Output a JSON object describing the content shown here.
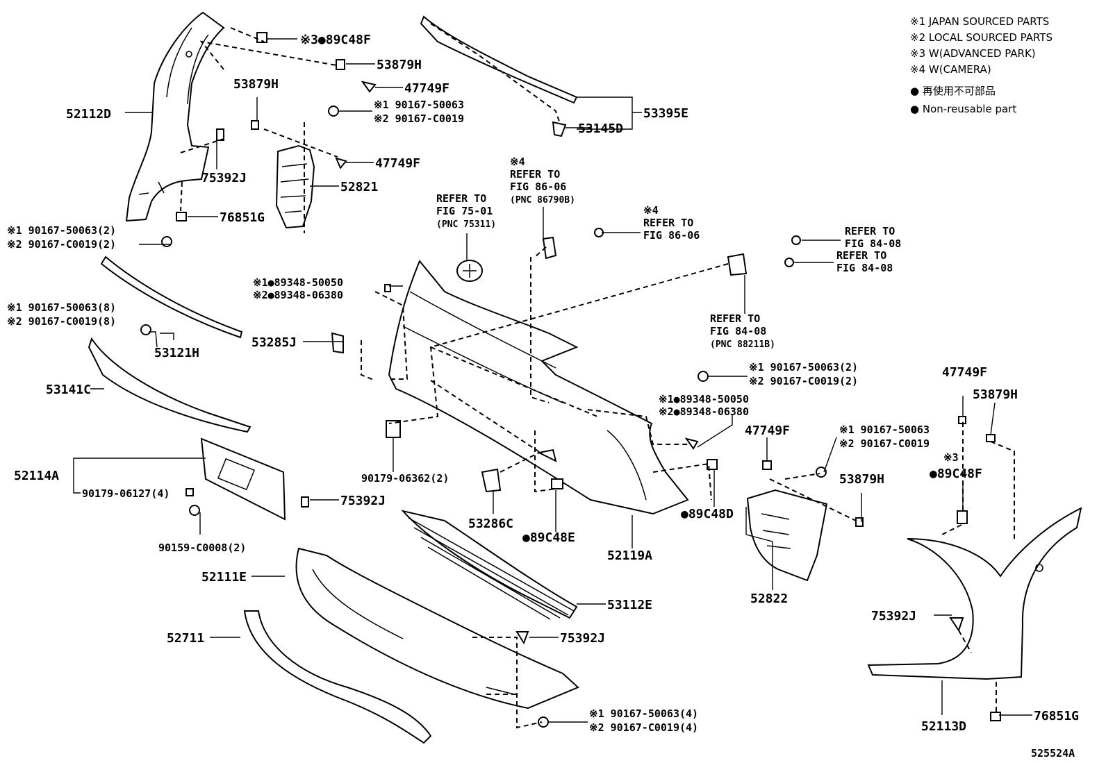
{
  "diagram_id": "525524A",
  "legend": [
    {
      "mark": "※1",
      "text": "JAPAN SOURCED PARTS"
    },
    {
      "mark": "※2",
      "text": "LOCAL SOURCED PARTS"
    },
    {
      "mark": "※3",
      "text": "W(ADVANCED PARK)"
    },
    {
      "mark": "※4",
      "text": "W(CAMERA)"
    },
    {
      "mark": "●",
      "text": "再使用不可部品"
    },
    {
      "mark": "●",
      "text": "Non-reusable part"
    }
  ],
  "labels": {
    "p52112D": "52112D",
    "p89C48F_a": "※3●89C48F",
    "p53879H_a": "53879H",
    "p47749F_a": "47749F",
    "p53879H_b": "53879H",
    "p90167_a1": "※1 90167-50063",
    "p90167_a2": "※2 90167-C0019",
    "p47749F_b": "47749F",
    "p52821": "52821",
    "p75392J_a": "75392J",
    "p76851G_a": "76851G",
    "p90167_b1": "※1 90167-50063(2)",
    "p90167_b2": "※2 90167-C0019(2)",
    "p89348_a1": "※1●89348-50050",
    "p89348_a2": "※2●89348-06380",
    "p90167_c1": "※1 90167-50063(8)",
    "p90167_c2": "※2 90167-C0019(8)",
    "p53121H": "53121H",
    "p53285J": "53285J",
    "p53141C": "53141C",
    "p52114A": "52114A",
    "p90179_06127": "90179-06127(4)",
    "p90159": "90159-C0008(2)",
    "p90179_06362": "90179-06362(2)",
    "p75392J_b": "75392J",
    "p52111E": "52111E",
    "p52711": "52711",
    "p53286C": "53286C",
    "p89C48E": "●89C48E",
    "p53112E": "53112E",
    "p75392J_c": "75392J",
    "p90167_d1": "※1 90167-50063(4)",
    "p90167_d2": "※2 90167-C0019(4)",
    "p52119A": "52119A",
    "p53395E": "53395E",
    "p53145D": "53145D",
    "ref_86_06_a_mark": "※4",
    "ref_86_06_a_1": "REFER TO",
    "ref_86_06_a_2": "FIG 86-06",
    "ref_86_06_a_3": "(PNC 86790B)",
    "ref_75_01_1": "REFER TO",
    "ref_75_01_2": "FIG 75-01",
    "ref_75_01_3": "(PNC 75311)",
    "ref_86_06_b_mark": "※4",
    "ref_86_06_b_1": "REFER TO",
    "ref_86_06_b_2": "FIG 86-06",
    "ref_84_08_a_1": "REFER TO",
    "ref_84_08_a_2": "FIG 84-08",
    "ref_84_08_b_1": "REFER TO",
    "ref_84_08_b_2": "FIG 84-08",
    "ref_84_08_c_1": "REFER TO",
    "ref_84_08_c_2": "FIG 84-08",
    "ref_84_08_c_3": "(PNC 88211B)",
    "p90167_e1": "※1 90167-50063(2)",
    "p90167_e2": "※2 90167-C0019(2)",
    "p89348_b1": "※1●89348-50050",
    "p89348_b2": "※2●89348-06380",
    "p47749F_c": "47749F",
    "p90167_f1": "※1 90167-50063",
    "p90167_f2": "※2 90167-C0019",
    "p53879H_c": "53879H",
    "p89C48D": "●89C48D",
    "p52822": "52822",
    "p47749F_d": "47749F",
    "p53879H_d": "53879H",
    "p89C48F_b_mark": "※3",
    "p89C48F_b": "●89C48F",
    "p75392J_d": "75392J",
    "p52113D": "52113D",
    "p76851G_b": "76851G"
  }
}
